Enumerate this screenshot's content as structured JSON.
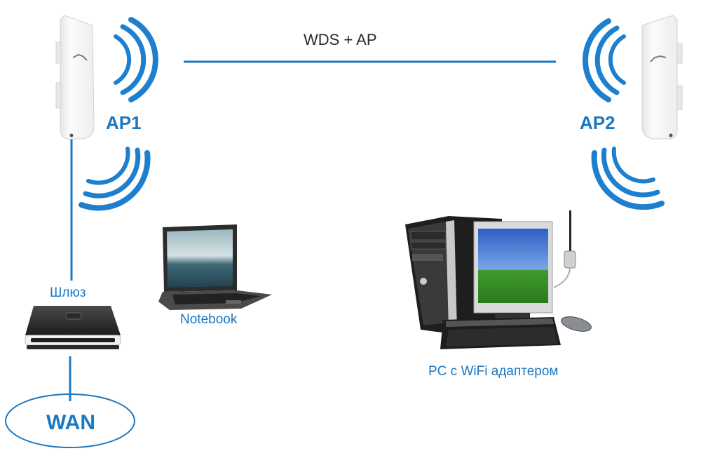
{
  "diagram": {
    "link_label": "WDS + AP",
    "nodes": {
      "ap1": {
        "label": "AP1",
        "type": "outdoor-access-point"
      },
      "ap2": {
        "label": "AP2",
        "type": "outdoor-access-point"
      },
      "gateway": {
        "label": "Шлюз",
        "type": "router"
      },
      "wan": {
        "label": "WAN",
        "type": "network-cloud"
      },
      "notebook": {
        "label": "Notebook",
        "type": "laptop"
      },
      "pc": {
        "label": "PC с WiFi адаптером",
        "type": "desktop-with-wifi-adapter"
      }
    },
    "connections": [
      {
        "from": "ap1",
        "to": "ap2",
        "kind": "wireless-link",
        "label": "WDS + AP"
      },
      {
        "from": "ap1",
        "to": "gateway",
        "kind": "wired"
      },
      {
        "from": "gateway",
        "to": "wan",
        "kind": "wired"
      }
    ],
    "colors": {
      "accent": "#1a78c2",
      "wave": "#1f7fcf",
      "text_dark": "#2a2a2a"
    }
  }
}
